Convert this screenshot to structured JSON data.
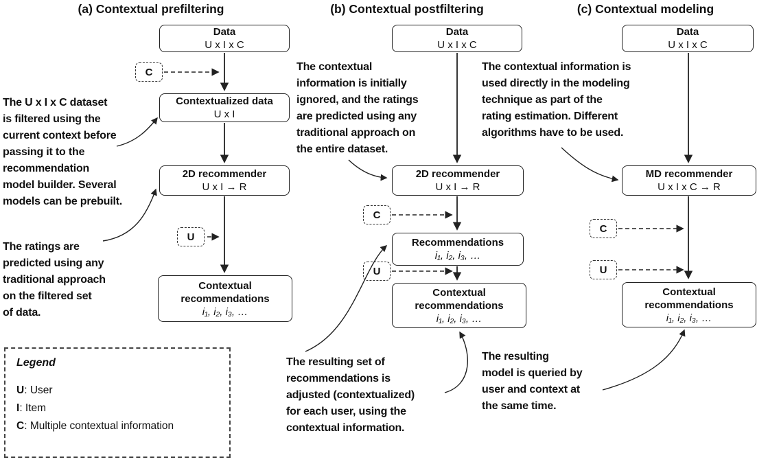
{
  "titles": {
    "a": "(a) Contextual prefiltering",
    "b": "(b) Contextual postfiltering",
    "c": "(c) Contextual modeling"
  },
  "columns": {
    "a": {
      "data_box": {
        "title": "Data",
        "subtitle": "U x I x C"
      },
      "ctx_data_box": {
        "title": "Contextualized data",
        "subtitle": "U x I"
      },
      "rec_box": {
        "title": "2D recommender",
        "subtitle": "U x I → R"
      },
      "ctx_rec_box": {
        "title": "Contextual recommendations",
        "subtitle": "i₁, i₂, i₃, …"
      },
      "c_label": "C",
      "u_label": "U",
      "note_filter": "The U x I x C dataset\nis filtered using the\ncurrent context before\npassing it to the\nrecommendation\nmodel builder. Several\nmodels can be prebuilt.",
      "note_ratings": "The ratings are\npredicted using any\ntraditional approach\non the filtered set\nof data."
    },
    "b": {
      "data_box": {
        "title": "Data",
        "subtitle": "U x I x C"
      },
      "rec_box": {
        "title": "2D recommender",
        "subtitle": "U x I → R"
      },
      "recs_box": {
        "title": "Recommendations",
        "subtitle": "i₁, i₂, i₃, …"
      },
      "ctx_rec_box": {
        "title": "Contextual recommendations",
        "subtitle": "i₁, i₂, i₃, …"
      },
      "c_label": "C",
      "u_label": "U",
      "note_top": "The contextual\ninformation is initially\nignored, and the ratings\nare predicted using any\ntraditional approach on\nthe entire dataset.",
      "note_bottom": "The resulting set of\nrecommendations is\nadjusted (contextualized)\nfor each user, using the\ncontextual information."
    },
    "c": {
      "data_box": {
        "title": "Data",
        "subtitle": "U x I x C"
      },
      "rec_box": {
        "title": "MD recommender",
        "subtitle": "U x I x C → R"
      },
      "ctx_rec_box": {
        "title": "Contextual recommendations",
        "subtitle": "i₁, i₂, i₃, …"
      },
      "c_label": "C",
      "u_label": "U",
      "note_top": "The contextual information is\nused directly in the modeling\ntechnique as part of the\nrating estimation. Different\nalgorithms have to be used.",
      "note_bottom": "The resulting\nmodel is queried by\nuser and context at\nthe same time."
    }
  },
  "legend": {
    "title": "Legend",
    "items": [
      {
        "key": "U",
        "desc": ": User"
      },
      {
        "key": "I",
        "desc": ": Item"
      },
      {
        "key": "C",
        "desc": ": Multiple contextual information"
      }
    ]
  }
}
